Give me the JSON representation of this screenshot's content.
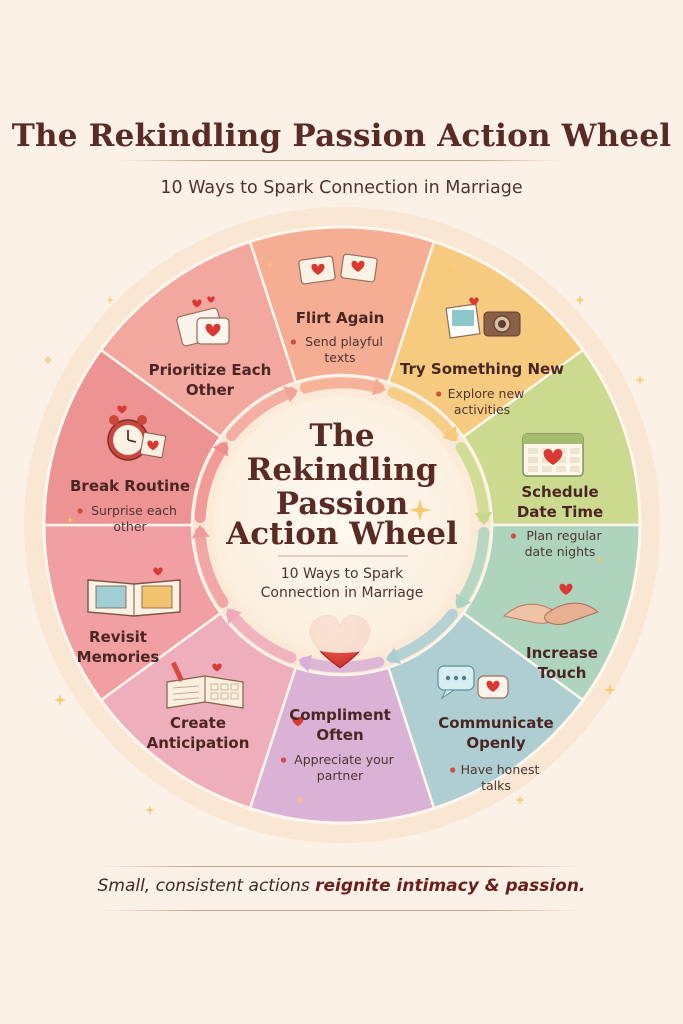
{
  "header": {
    "title": "The Rekindling Passion Action Wheel",
    "subtitle": "10 Ways to Spark Connection in Marriage"
  },
  "center": {
    "title_lines": [
      "The",
      "Rekindling",
      "Passion",
      "Action Wheel"
    ],
    "subtitle_lines": [
      "10 Ways to Spark",
      "Connection in Marriage"
    ]
  },
  "segments": [
    {
      "title": [
        "Flirt Again"
      ],
      "bullet": [
        "Send playful",
        "texts"
      ],
      "icon": "love-letters-icon",
      "color": "#f5a98f"
    },
    {
      "title": [
        "Try Something New"
      ],
      "bullet": [
        "Explore new",
        "activities"
      ],
      "icon": "camera-photo-icon",
      "color": "#f6c978"
    },
    {
      "title": [
        "Schedule",
        "Date Time"
      ],
      "bullet": [
        "Plan regular",
        "date nights"
      ],
      "icon": "calendar-heart-icon",
      "color": "#c9d98a"
    },
    {
      "title": [
        "Increase",
        "Touch"
      ],
      "bullet": [],
      "icon": "holding-hands-icon",
      "color": "#a9d3bd"
    },
    {
      "title": [
        "Communicate",
        "Openly"
      ],
      "bullet": [
        "Have honest",
        "talks"
      ],
      "icon": "chat-bubbles-icon",
      "color": "#a8cdd2"
    },
    {
      "title": [
        "Compliment",
        "Often"
      ],
      "bullet": [
        "Appreciate your",
        "partner"
      ],
      "icon": "heart-icon",
      "color": "#d8aed6"
    },
    {
      "title": [
        "Create",
        "Anticipation"
      ],
      "bullet": [],
      "icon": "planner-book-icon",
      "color": "#eeaabb"
    },
    {
      "title": [
        "Revisit",
        "Memories"
      ],
      "bullet": [],
      "icon": "photo-album-icon",
      "color": "#f19a9e"
    },
    {
      "title": [
        "Break Routine"
      ],
      "bullet": [
        "Surprise each",
        "other"
      ],
      "icon": "alarm-clock-icon",
      "color": "#ee8c8e"
    },
    {
      "title": [
        "Prioritize Each",
        "Other"
      ],
      "bullet": [],
      "icon": "hearts-card-icon",
      "color": "#f2a39a"
    }
  ],
  "footer": {
    "tagline_plain": "Small, consistent actions ",
    "tagline_bold": "reignite intimacy & passion."
  }
}
